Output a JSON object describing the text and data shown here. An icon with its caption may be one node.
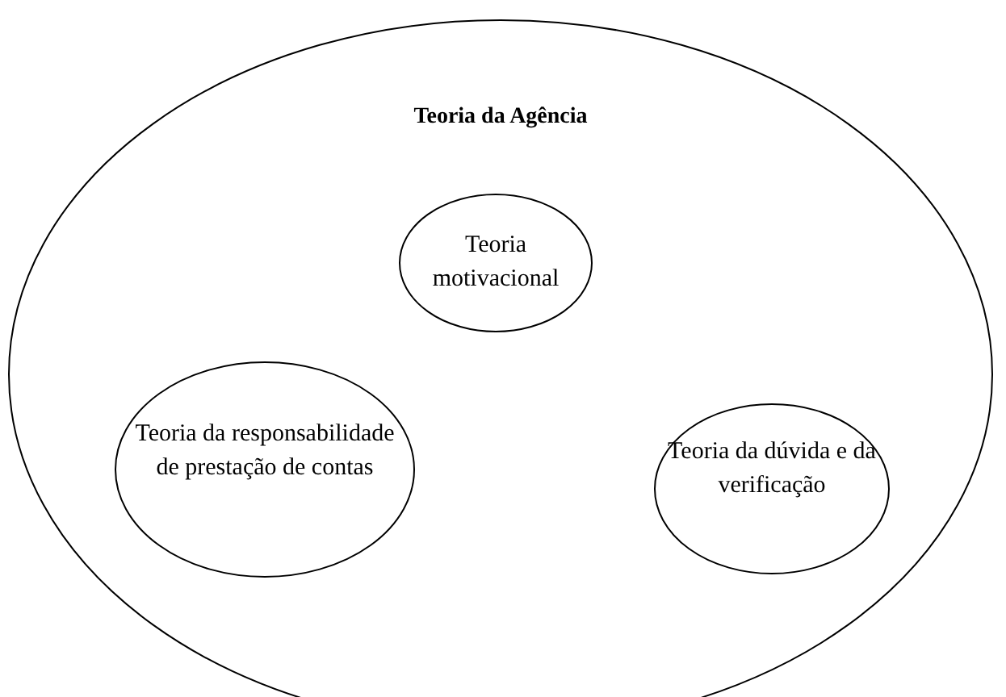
{
  "diagram": {
    "nodes": [
      {
        "text": [
          "Teoria da Agência"
        ]
      },
      {
        "text": [
          "Teoria motivacional"
        ],
        "in": 0
      },
      {
        "text": [
          "Teoria da responsabilidade de prestação de contas"
        ],
        "in": 0
      },
      {
        "text": [
          "Teoria da dúvida e da verificação"
        ],
        "in": 0
      }
    ]
  }
}
